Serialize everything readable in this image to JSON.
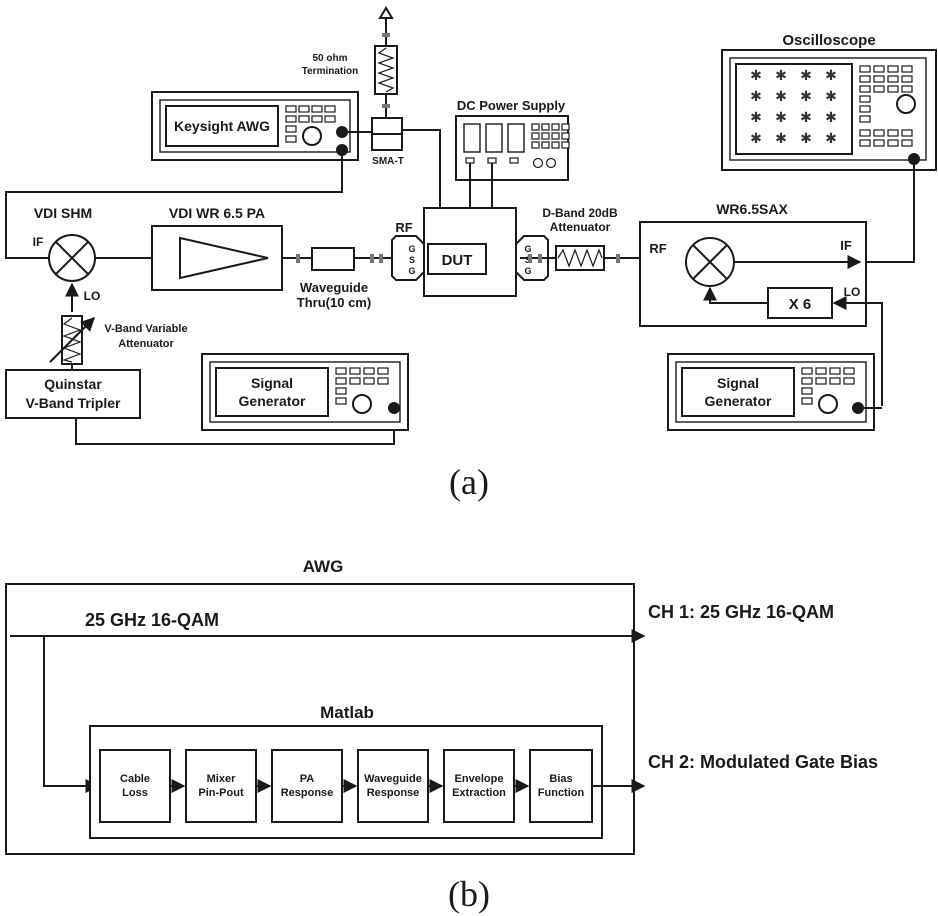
{
  "figure_a": {
    "caption": "(a)",
    "keysight_awg": "Keysight AWG",
    "termination_line1": "50 ohm",
    "termination_line2": "Termination",
    "sma_t": "SMA-T",
    "dc_power_supply": "DC Power Supply",
    "oscilloscope": "Oscilloscope",
    "vdi_shm": "VDI SHM",
    "vdi_pa": "VDI WR 6.5 PA",
    "if_left": "IF",
    "lo_left": "LO",
    "rf_left": "RF",
    "gsg": [
      "G",
      "S",
      "G"
    ],
    "dut": "DUT",
    "waveguide_line1": "Waveguide",
    "waveguide_line2": "Thru(10 cm)",
    "attenuator_line1": "D-Band 20dB",
    "attenuator_line2": "Attenuator",
    "wr65sax": "WR6.5SAX",
    "rf_right": "RF",
    "if_right": "IF",
    "lo_right": "LO",
    "multiplier": "X 6",
    "vband_att_line1": "V-Band Variable",
    "vband_att_line2": "Attenuator",
    "tripler_line1": "Quinstar",
    "tripler_line2": "V-Band Tripler",
    "siggen_line1": "Signal",
    "siggen_line2": "Generator"
  },
  "figure_b": {
    "caption": "(b)",
    "awg_title": "AWG",
    "input_signal": "25 GHz 16-QAM",
    "ch1": "CH 1: 25 GHz 16-QAM",
    "ch2": "CH 2: Modulated Gate Bias",
    "matlab_title": "Matlab",
    "blocks": [
      {
        "line1": "Cable",
        "line2": "Loss"
      },
      {
        "line1": "Mixer",
        "line2": "Pin-Pout"
      },
      {
        "line1": "PA",
        "line2": "Response"
      },
      {
        "line1": "Waveguide",
        "line2": "Response"
      },
      {
        "line1": "Envelope",
        "line2": "Extraction"
      },
      {
        "line1": "Bias",
        "line2": "Function"
      }
    ]
  },
  "colors": {
    "stroke": "#1a1a1a",
    "background": "#ffffff",
    "screen_dot": "#333333"
  }
}
